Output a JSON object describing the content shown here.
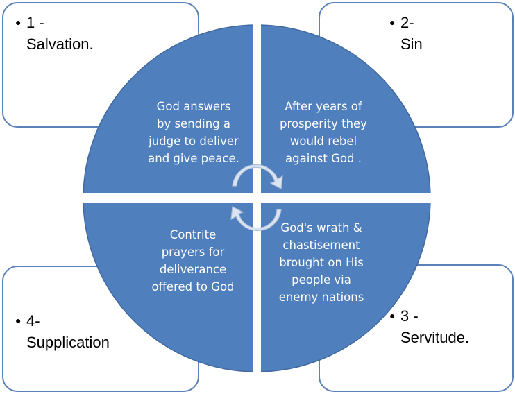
{
  "colors": {
    "quadrant_fill": "#4f7fbd",
    "box_border": "#5a82b8",
    "arrow_fill": "#dbe5f1",
    "background": "#ffffff"
  },
  "stages": {
    "top_left": {
      "label_lines": [
        "1 -",
        "Salvation."
      ],
      "text_lines": [
        "God answers",
        "by sending a",
        "judge to deliver",
        "and give peace."
      ]
    },
    "top_right": {
      "label_lines": [
        "2-",
        "Sin"
      ],
      "text_lines": [
        "After years of",
        "prosperity they",
        "would rebel",
        "against God ."
      ]
    },
    "bottom_right": {
      "label_lines": [
        "3 -",
        "Servitude."
      ],
      "text_lines": [
        "God's wrath &",
        "chastisement",
        "brought on His",
        "people via",
        "enemy nations"
      ]
    },
    "bottom_left": {
      "label_lines": [
        "4-",
        "Supplication"
      ],
      "text_lines": [
        "Contrite",
        "prayers for",
        "deliverance",
        "offered to God"
      ]
    }
  },
  "icons": {
    "cycle_arrows": "circular-arrows-icon",
    "bullet": "bullet-icon"
  }
}
